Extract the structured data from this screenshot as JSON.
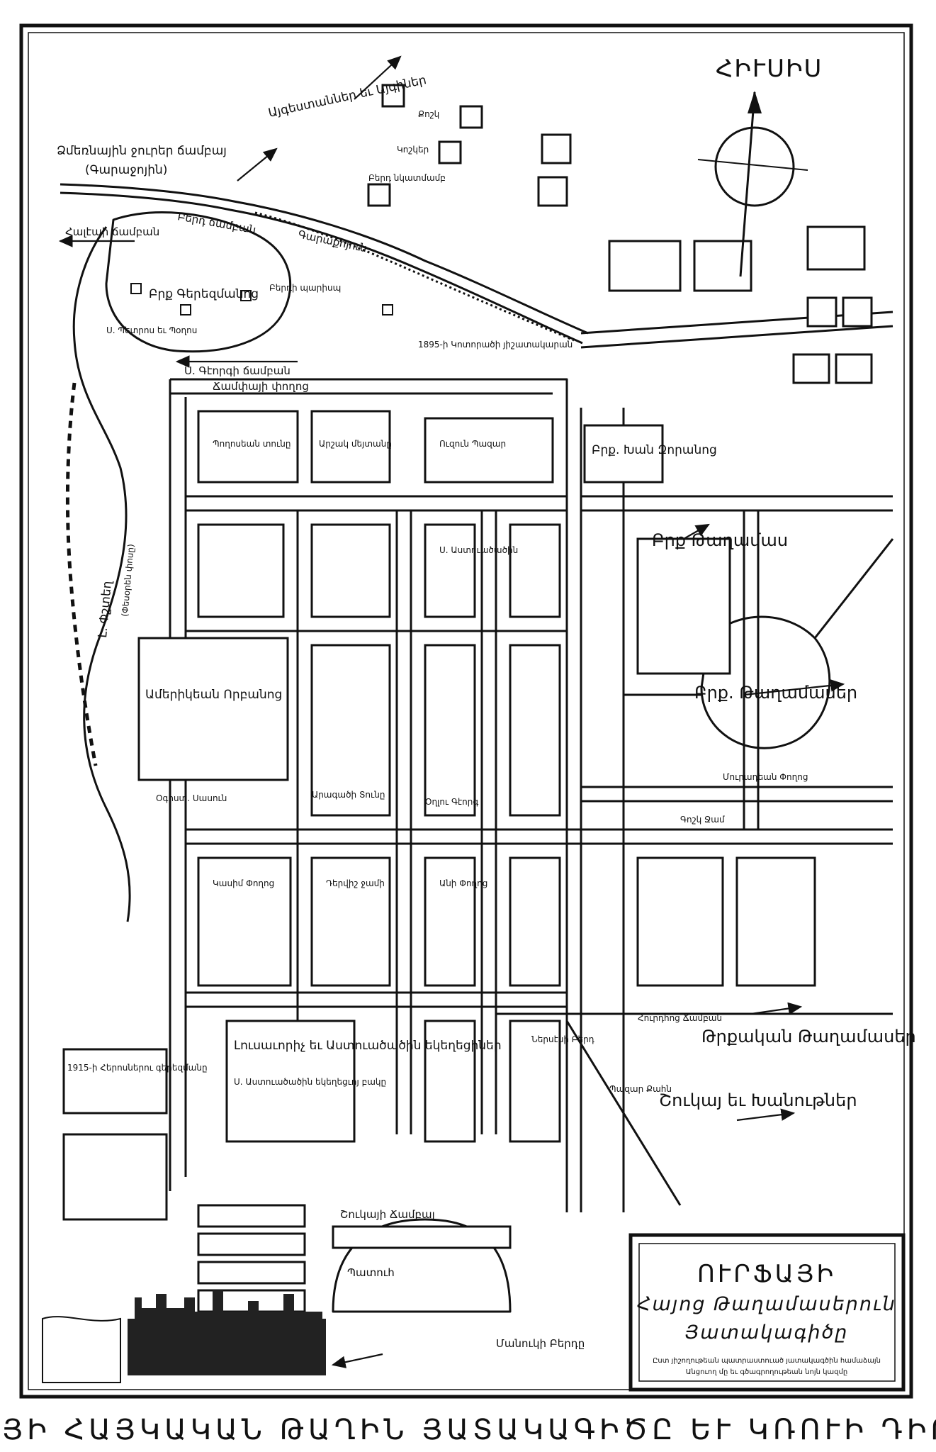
{
  "map": {
    "north_label": "ՀԻՒՍԻՍ",
    "bottom_caption": "ՈՒՐՖԱՅԻ ՀԱՅԿԱԿԱՆ ԹԱՂԻՆ ՅԱՏԱԿԱԳԻԾԸ ԵՒ ԿՌՈՒԻ ԴԻՐՔԵՐԸ",
    "cartouche": {
      "line1": "ՈՒՐՖԱՅԻ",
      "line2": "Հայոց Թաղամասերուն",
      "line3": "Յատակագիծը",
      "footnote1": "Ըստ յիշողութեան պատրաստուած յատակագծին համաձայն",
      "footnote2": "Անցուող մը եւ գծագրողութեան նոյն կազմը"
    },
    "labels": {
      "ras_ul_ayn": "Ձմեռնային ջուրեր ճամբայ",
      "ras_ul_ayn_sub": "(Գարաջոյին)",
      "vineyards_arrow": "Այգեստաններ եւ Այգիներ",
      "kiosk": "Քոշկ",
      "tower": "Կոշկեր",
      "barracks": "Բերդ նկատմամբ",
      "karakoyun": "Գարաքոյուն",
      "north_street": "Բերդ ճամբան",
      "road_aleppo": "Հալէպի ճամբան",
      "mount": "Բրք Գերեզմանոց",
      "st_peter": "Ս. Պետրոս եւ Պօղոս",
      "city_wall": "Բերդի պարիսպ",
      "year_1895": "1895-ի Կոտորածի յիշատակարան",
      "st_george_road": "Ս. Գէորգի ճամբան",
      "carpet_mkt": "Ճամփայի փողոց",
      "boghosian": "Պողոսեան տունը",
      "uzun_bazar": "Ուզուն Պազար",
      "arsha_mkt": "Արշակ մեյտանը",
      "st_mary": "Ս. Աստուածածին",
      "brk_khan": "Բրք. Խան Զորանոց",
      "brk_market": "Բրք Թաղամաս",
      "brk_quarter": "Բրք. Թաղամասեր",
      "turkish_quarters": "Թրքական Թաղամասեր",
      "shops_khans": "Շուկայ եւ Խանութներ",
      "american_orphanage": "Ամերիկեան Որբանոց",
      "armenian_church": "Լուսաւորիչ եւ Աստուածածին եկեղեցիներ",
      "school": "Ս. Աստուածածին եկեղեցւոյ բակը",
      "tomb_1915": "1915-ի Հերոսներու գերեզմանը",
      "citadel": "Մանուկի Բերդը",
      "bazaar_street": "Շուկայի Ճամբայ",
      "pattu": "Պատուհ",
      "sever_river": "Լ. Փշտեղ",
      "sever_sub": "(Փեսօրեն փոսը)",
      "ochir": "Օգոստ. Սասուն",
      "alley": "Արագածի Տունը",
      "kasim": "Կասիմ Փողոց",
      "dervish": "Դերվիշ ջամի",
      "oghlu": "Օղլու Գէորգ",
      "ani": "Անի Փողոց",
      "goshk_ch": "Գոշկ Ջամ",
      "muradian": "Մուրադեան Փողոց",
      "bazar_sq": "Պազար Քահն",
      "mouldhoc": "Հուրդհոց Ճամբան",
      "nerses": "Ներսէսի Բերդ"
    }
  }
}
